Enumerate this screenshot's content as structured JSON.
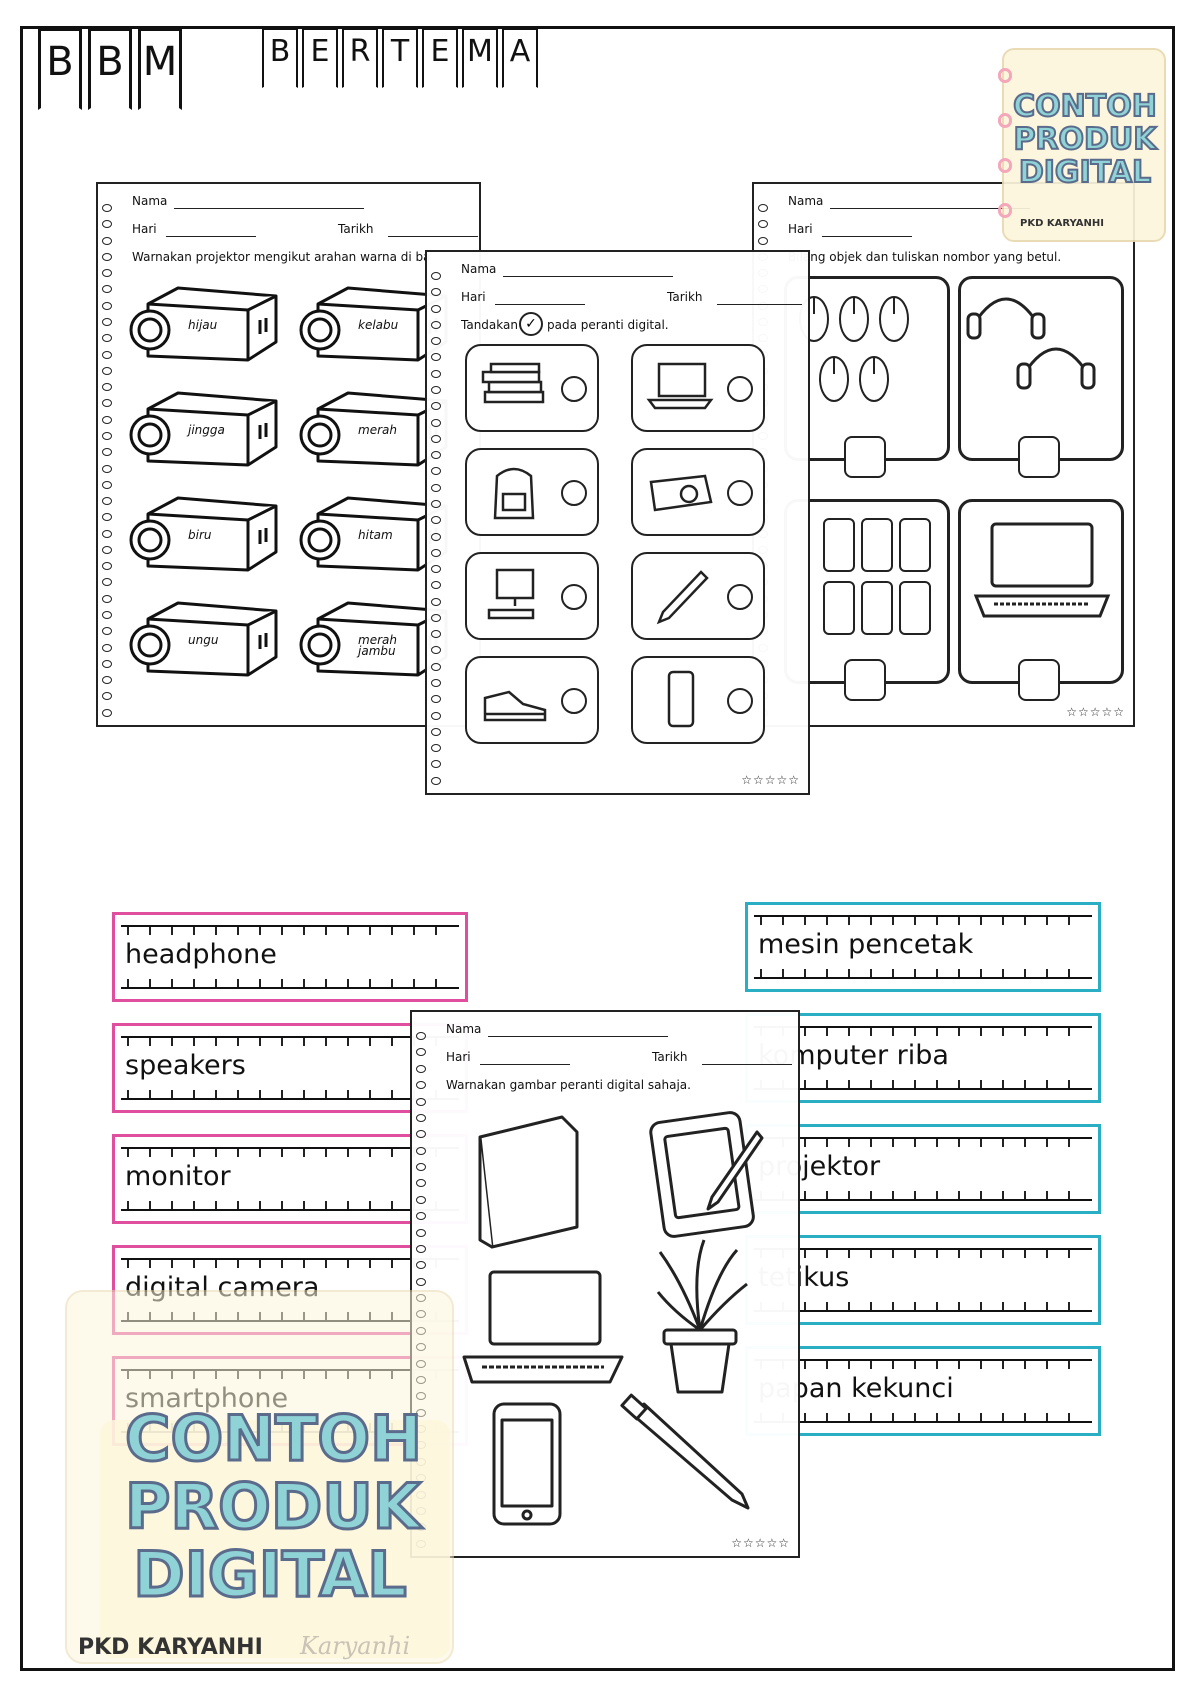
{
  "banner": {
    "letters_big": [
      "B",
      "B",
      "M"
    ],
    "letters_small": [
      "B",
      "E",
      "R",
      "T",
      "E",
      "M",
      "A"
    ]
  },
  "sheet_common": {
    "name_label": "Nama",
    "day_label": "Hari",
    "date_label": "Tarikh",
    "stars": "☆☆☆☆☆"
  },
  "sheet1": {
    "instruction": "Warnakan projektor mengikut arahan warna di ba",
    "colors": [
      "hijau",
      "kelabu",
      "jingga",
      "merah",
      "biru",
      "hitam",
      "ungu",
      "merah\njambu"
    ]
  },
  "sheet2": {
    "instruction_pre": "Tandakan",
    "instruction_post": "pada peranti digital."
  },
  "sheet3": {
    "instruction": "Bilang objek dan tuliskan nombor yang betul."
  },
  "sheet4": {
    "instruction": "Warnakan gambar peranti digital sahaja."
  },
  "word_cards_left": [
    {
      "word": "headphone",
      "color": "#e04f9d"
    },
    {
      "word": "speakers",
      "color": "#e04f9d"
    },
    {
      "word": "monitor",
      "color": "#e04f9d"
    },
    {
      "word": "digital camera",
      "color": "#e04f9d"
    },
    {
      "word": "smartphone",
      "color": "#e04f9d"
    }
  ],
  "word_cards_right": [
    {
      "word": "mesin pencetak",
      "color": "#2aaec4"
    },
    {
      "word": "komputer riba",
      "color": "#2aaec4"
    },
    {
      "word": "projektor",
      "color": "#2aaec4"
    },
    {
      "word": "tetikus",
      "color": "#2aaec4"
    },
    {
      "word": "papan kekunci",
      "color": "#2aaec4"
    }
  ],
  "watermark": {
    "line1": "CONTOH",
    "line2": "PRODUK",
    "line3": "DIGITAL",
    "brand": "PKD KARYANHI",
    "signature": "Karyanhi"
  }
}
